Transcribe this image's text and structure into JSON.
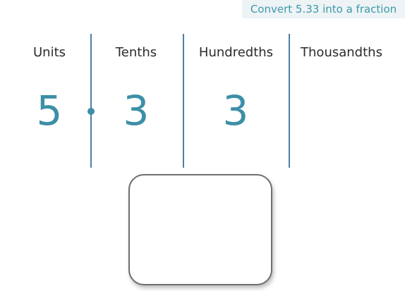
{
  "title": "Convert 5.33 into a fraction",
  "columns": {
    "units": "Units",
    "tenths": "Tenths",
    "hundredths": "Hundredths",
    "thousandths": "Thousandths"
  },
  "digits": {
    "units": "5",
    "tenths": "3",
    "hundredths": "3"
  },
  "colors": {
    "digit": "#3c8fa7",
    "divider": "#4f7fa3",
    "title": "#3d9aa8"
  }
}
